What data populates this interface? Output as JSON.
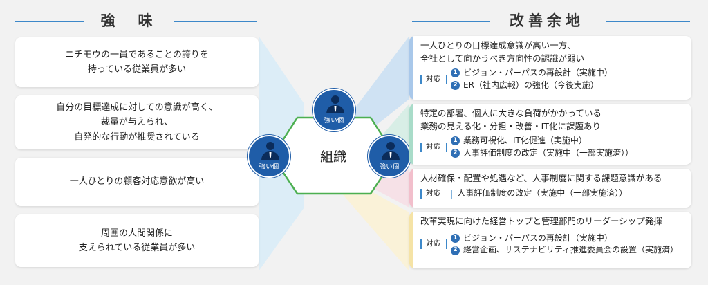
{
  "strengths": {
    "title": "強　味",
    "items": [
      "ニチモウの一員であることの誇りを\n持っている従業員が多い",
      "自分の目標達成に対しての意識が高く、\n裁量が与えられ、\n自発的な行動が推奨されている",
      "一人ひとりの顧客対応意欲が高い",
      "周囲の人間関係に\n支えられている従業員が多い"
    ]
  },
  "improvements": {
    "title": "改善余地",
    "response_label": "対応",
    "items": [
      {
        "title": "一人ひとりの目標達成意識が高い一方、\n全社として向かうべき方向性の認識が弱い",
        "color": "#a9c8ea",
        "responses": [
          {
            "num": "1",
            "text": "ビジョン・パーパスの再設計（実施中）"
          },
          {
            "num": "2",
            "text": "ER（社内広報）の強化（今後実施）"
          }
        ]
      },
      {
        "title": "特定の部署、個人に大きな負荷がかかっている\n業務の見える化・分担・改善・IT化に課題あり",
        "color": "#a9dcc9",
        "responses": [
          {
            "num": "1",
            "text": "業務可視化、IT化促進（実施中）"
          },
          {
            "num": "2",
            "text": "人事評価制度の改定（実施中（一部実施済））"
          }
        ]
      },
      {
        "title": "人材確保・配置や処遇など、人事制度に関する課題意識がある",
        "color": "#f2bfcc",
        "responses": [
          {
            "num": "",
            "text": "人事評価制度の改定（実施中（一部実施済））"
          }
        ]
      },
      {
        "title": "改革実現に向けた経営トップと管理部門のリーダーシップ発揮",
        "color": "#f5e3a6",
        "responses": [
          {
            "num": "1",
            "text": "ビジョン・パーパスの再設計（実施中）"
          },
          {
            "num": "2",
            "text": "経営企画、サステナビリティ推進委員会の設置（実施済）"
          }
        ]
      }
    ]
  },
  "center": {
    "label": "組織",
    "badge_label": "強い個"
  },
  "colors": {
    "accent": "#3d88c9",
    "badge": "#1f5da8",
    "hexagon": "#4caf50"
  }
}
